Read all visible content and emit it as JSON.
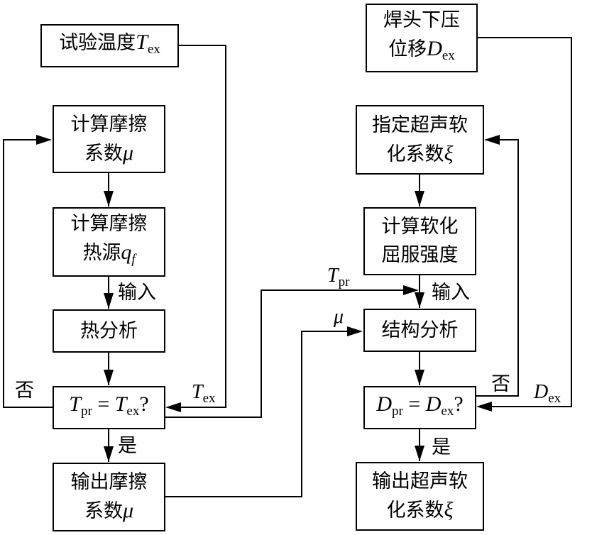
{
  "diagram": {
    "type": "flowchart",
    "left_branch": {
      "input_box": {
        "text": "试验温度",
        "symbol": "T",
        "sub": "ex"
      },
      "friction_coef_box": {
        "line1": "计算摩擦",
        "line2": "系数",
        "symbol": "μ"
      },
      "heat_source_box": {
        "line1": "计算摩擦",
        "line2": "热源",
        "symbol": "q",
        "sub": "f"
      },
      "thermal_analysis_box": {
        "text": "热分析"
      },
      "decision_box": {
        "lhs": "T",
        "lhs_sub": "pr",
        "eq": " = ",
        "rhs": "T",
        "rhs_sub": "ex",
        "q": "?"
      },
      "output_box": {
        "line1": "输出摩擦",
        "line2": "系数",
        "symbol": "μ"
      },
      "labels": {
        "input": "输入",
        "no": "否",
        "yes": "是",
        "tex": "T",
        "tex_sub": "ex"
      }
    },
    "right_branch": {
      "input_box": {
        "line1": "焊头下压",
        "line2": "位移",
        "symbol": "D",
        "sub": "ex"
      },
      "softening_coef_box": {
        "line1": "指定超声软",
        "line2": "化系数",
        "symbol": "ξ"
      },
      "yield_strength_box": {
        "line1": "计算软化",
        "line2": "屈服强度"
      },
      "structural_analysis_box": {
        "text": "结构分析"
      },
      "decision_box": {
        "lhs": "D",
        "lhs_sub": "pr",
        "eq": " = ",
        "rhs": "D",
        "rhs_sub": "ex",
        "q": "?"
      },
      "output_box": {
        "line1": "输出超声软",
        "line2": "化系数",
        "symbol": "ξ"
      },
      "labels": {
        "input": "输入",
        "no": "否",
        "yes": "是",
        "dex": "D",
        "dex_sub": "ex",
        "tpr": "T",
        "tpr_sub": "pr",
        "mu": "μ"
      }
    }
  }
}
